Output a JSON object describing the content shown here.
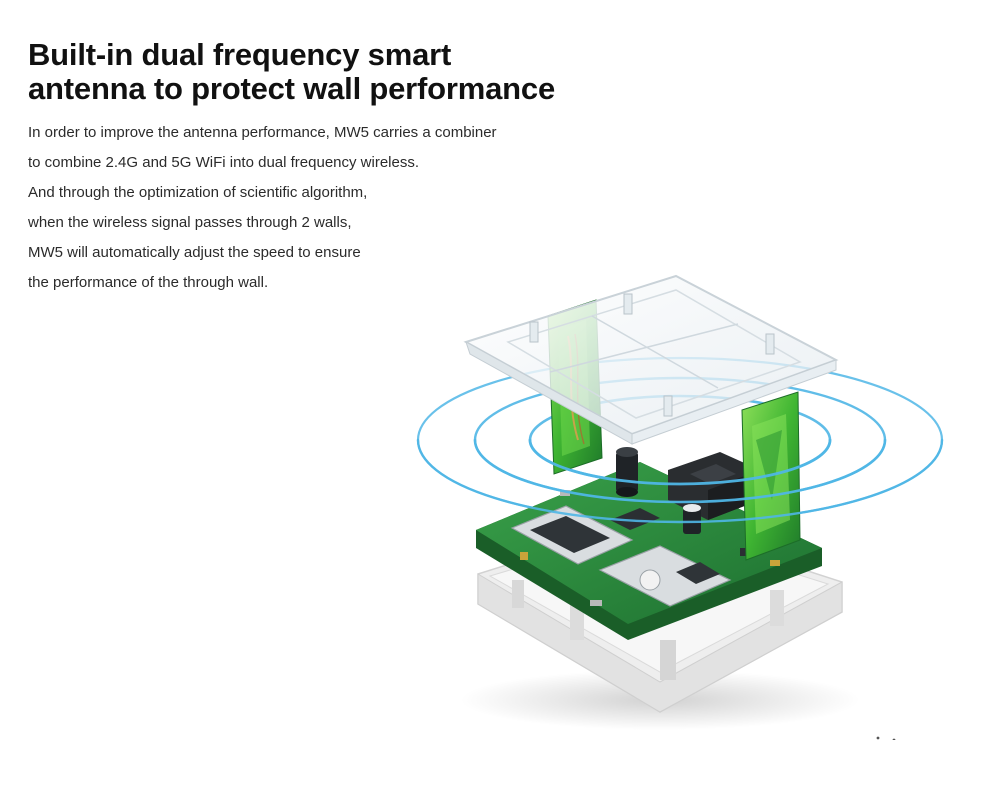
{
  "headline": {
    "line1": "Built-in dual frequency smart",
    "line2": "antenna to protect wall performance"
  },
  "body": {
    "lines": [
      "In order to improve the antenna performance, MW5 carries a combiner",
      "to combine 2.4G and 5G WiFi into dual frequency wireless.",
      "And through the optimization of scientific algorithm,",
      "when the wireless signal passes through 2 walls,",
      "MW5 will automatically adjust the speed to ensure",
      "the performance of the through wall."
    ]
  },
  "colors": {
    "headline": "#111111",
    "body_text": "#2b2b2b",
    "signal_wave": "#4fb6e6",
    "pcb_green": "#2a8a3c",
    "antenna_green": "#5fcf3a",
    "housing_white": "#f1f1f1"
  },
  "illustration": {
    "subject": "exploded-router-with-antennas-and-wifi-waves"
  }
}
